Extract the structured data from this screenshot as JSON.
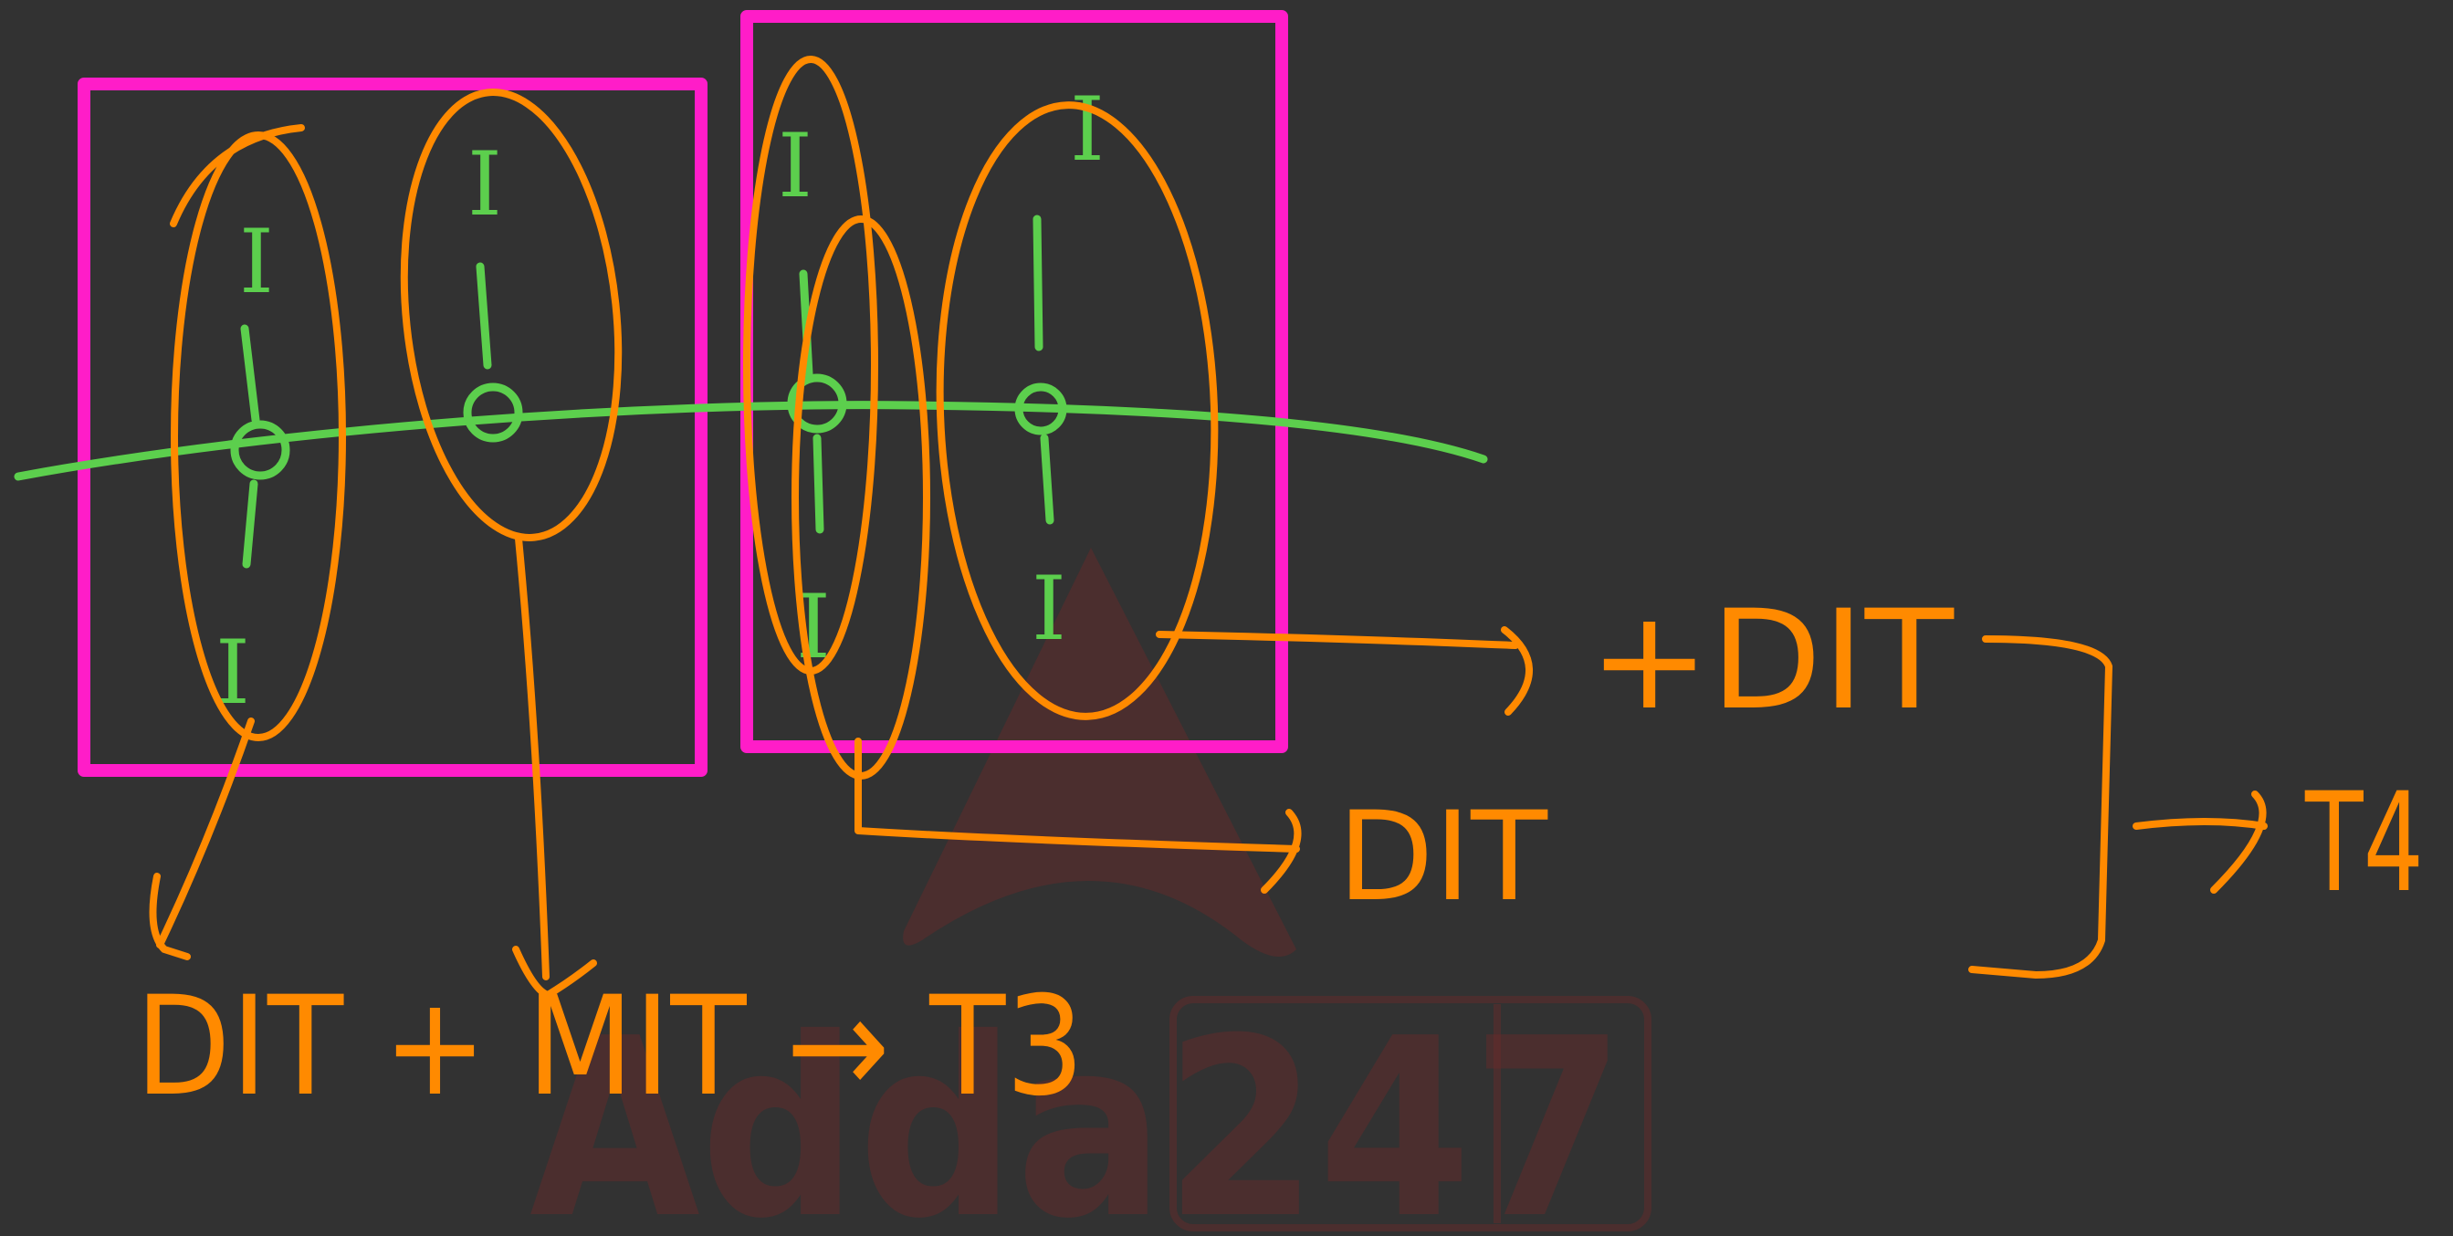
{
  "colors": {
    "background": "#323232",
    "unit_cell_border": "#ff1dc8",
    "annotation_ink": "#ff8a00",
    "lattice_ink": "#5ccf4d",
    "watermark": "#6a2a2a"
  },
  "ions": {
    "top_label": "I",
    "bottom_label": "I"
  },
  "labels": {
    "left_combined": "DIT + MIT → T3",
    "dit_plus": "+DIT",
    "dit_bottom": "DIT",
    "result_t4": "T4"
  },
  "watermark": {
    "brand": "Adda247"
  },
  "icons": {
    "watermark_logo": "triangle-logo-icon"
  }
}
